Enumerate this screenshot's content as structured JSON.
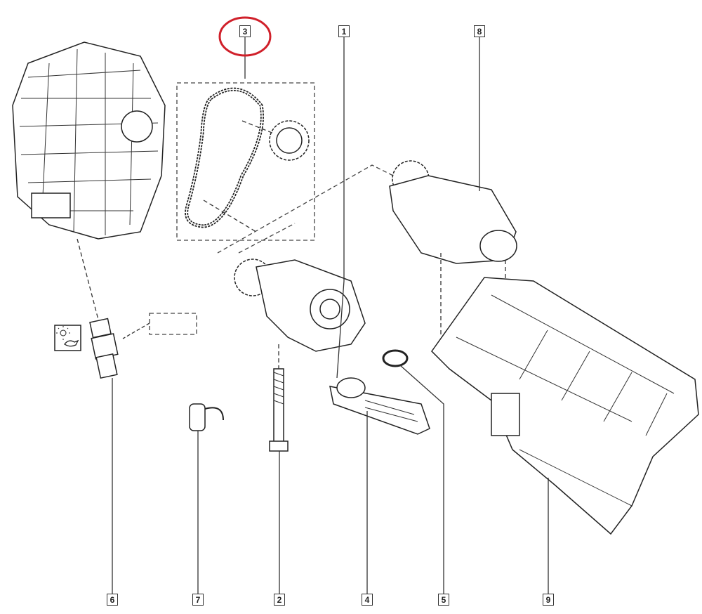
{
  "diagram": {
    "type": "exploded-parts-view",
    "highlight_color": "#d0202a",
    "highlighted_callout": "3",
    "callouts": [
      {
        "id": "3",
        "label": "3"
      },
      {
        "id": "1",
        "label": "1"
      },
      {
        "id": "8",
        "label": "8"
      },
      {
        "id": "6",
        "label": "6"
      },
      {
        "id": "7",
        "label": "7"
      },
      {
        "id": "2",
        "label": "2"
      },
      {
        "id": "4",
        "label": "4"
      },
      {
        "id": "5",
        "label": "5"
      },
      {
        "id": "9",
        "label": "9"
      }
    ],
    "icons": [
      "oil-pressure-warning-icon"
    ]
  }
}
